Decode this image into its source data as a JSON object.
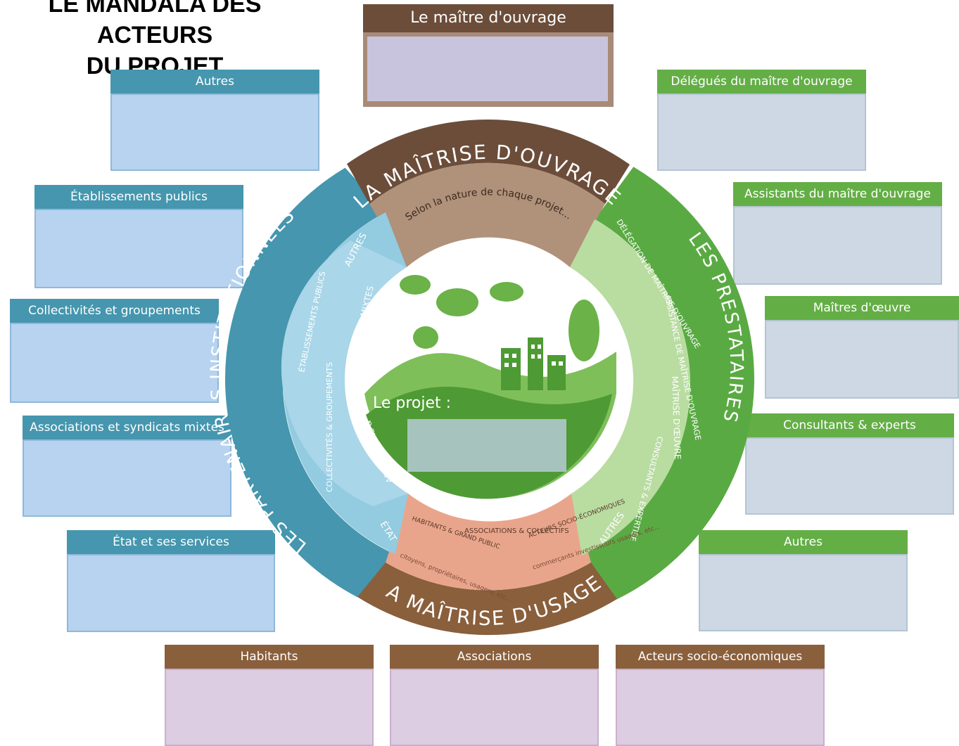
{
  "title": {
    "line1": "LE MANDALA DES ACTEURS",
    "line2": "DU PROJET"
  },
  "boxes": {
    "top": "Le maître d'ouvrage",
    "left": [
      "Autres",
      "Établissements publics",
      "Collectivités et groupements",
      "Associations et syndicats mixtes",
      "État et ses services"
    ],
    "right": [
      "Délégués du maître d'ouvrage",
      "Assistants du maître d'ouvrage",
      "Maîtres d'œuvre",
      "Consultants & experts",
      "Autres"
    ],
    "bottom": [
      "Habitants",
      "Associations",
      "Acteurs socio-économiques"
    ]
  },
  "wheel": {
    "top_outer": "LA MAÎTRISE D'OUVRAGE",
    "top_inner": "Selon la nature de chaque projet...",
    "left_outer": "LES PARTENAIRES INSTITUTIONNELS",
    "left_segments": [
      "AUTRES",
      "ÉTABLISSEMENTS PUBLICS",
      "SYNDICATS MIXTES",
      "COLLECTIVITÉS & GROUPEMENTS",
      "ASSOCIATIONS &",
      "ÉTAT"
    ],
    "right_outer": "LES PRESTATAIRES",
    "right_segments": [
      "DÉLÉGATION DE MAÎTRISE D'OUVRAGE",
      "ASSISTANCE DE MAÎTRISE D'OUVRAGE",
      "MAÎTRISE D'ŒUVRE",
      "CONSULTANTS & EXPERTISE",
      "AUTRES"
    ],
    "bottom_outer": "LA MAÎTRISE D'USAGE",
    "bottom_segments": [
      {
        "title": "HABITANTS & GRAND PUBLIC",
        "sub": "citoyens, propriétaires, usagers, etc..."
      },
      {
        "title": "ASSOCIATIONS & COLLECTIFS",
        "sub": ""
      },
      {
        "title": "ACTEURS SOCIO-ÉCONOMIQUES",
        "sub": "commerçants investisseurs usagers, etc..."
      }
    ],
    "center_label": "Le projet :"
  },
  "colors": {
    "blue": "#4596ae",
    "green": "#64ae46",
    "brown": "#8a5f3c"
  }
}
